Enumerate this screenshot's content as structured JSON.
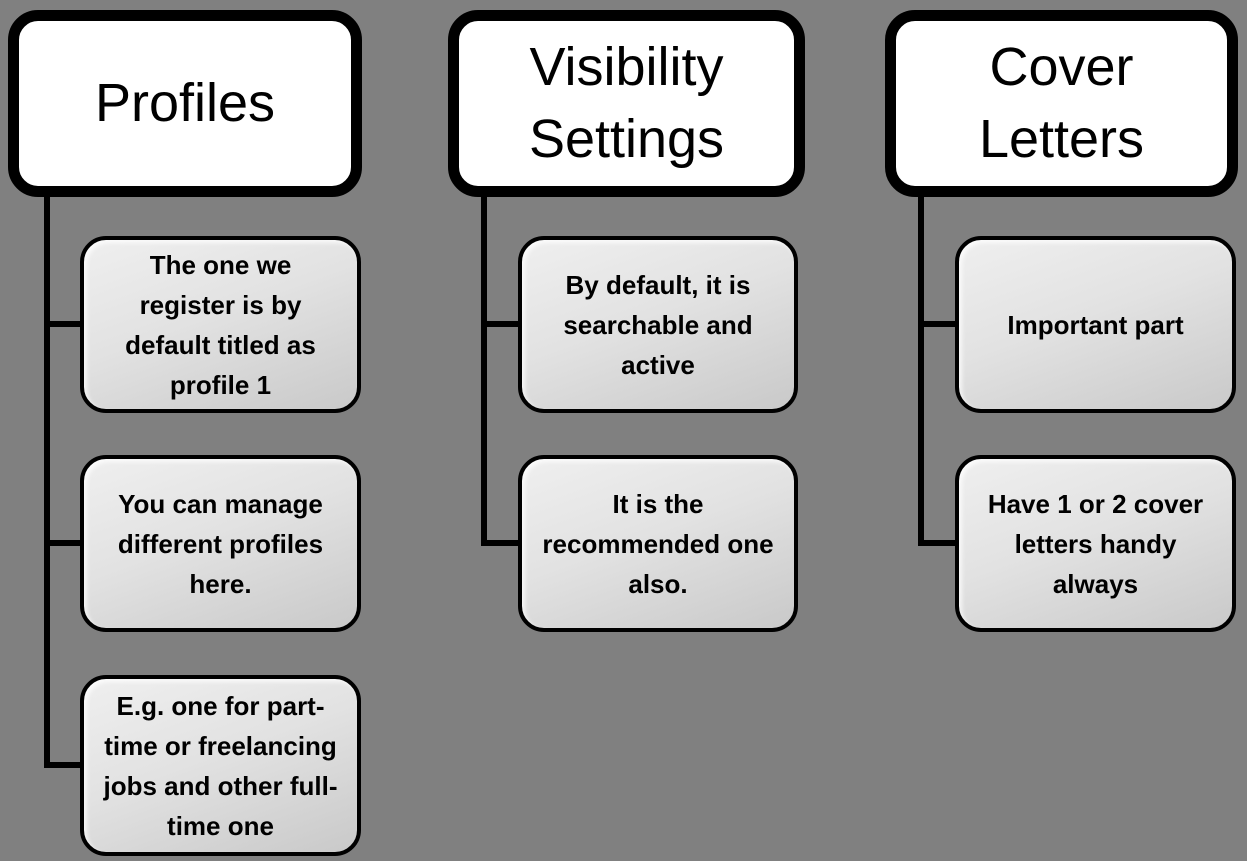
{
  "diagram": {
    "type": "smartart-hierarchy",
    "colors": {
      "background": "#808080",
      "header_fill": "#ffffff",
      "child_fill_top": "#efefef",
      "child_fill_bottom": "#c9c9c9",
      "border": "#000000",
      "connector": "#000000",
      "text": "#000000"
    },
    "columns": [
      {
        "header": "Profiles",
        "children": [
          "The one we\nregister is by\ndefault titled as\nprofile 1",
          "You can manage\ndifferent profiles\nhere.",
          "E.g. one for part-\ntime or freelancing\njobs and other full-\ntime one"
        ]
      },
      {
        "header": "Visibility\nSettings",
        "children": [
          "By default, it is\nsearchable and\nactive",
          "It is the\nrecommended one\nalso."
        ]
      },
      {
        "header": "Cover\nLetters",
        "children": [
          "Important part",
          "Have 1 or 2 cover\nletters handy\nalways"
        ]
      }
    ]
  }
}
